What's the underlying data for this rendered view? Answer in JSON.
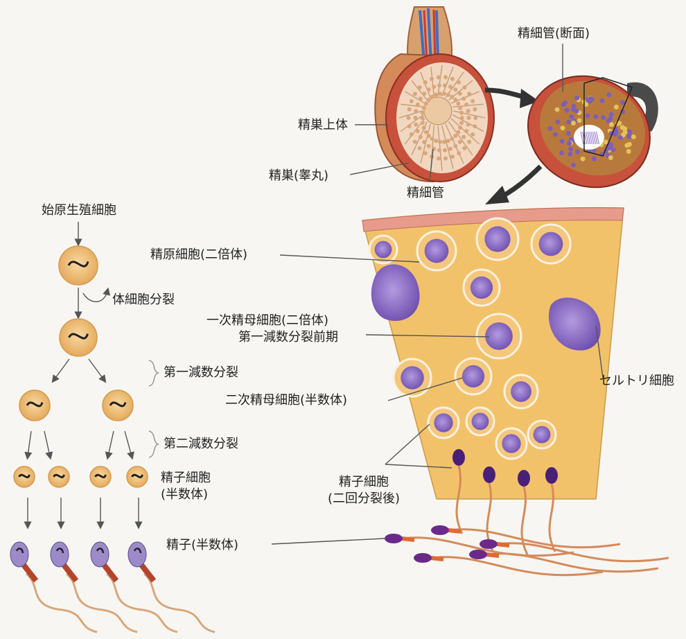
{
  "labels": {
    "seminiferous_tubule_section": "精細管(断面)",
    "epididymis": "精巣上体",
    "testis": "精巣(睾丸)",
    "seminiferous_tubule": "精細管",
    "primordial_germ_cell": "始原生殖細胞",
    "spermatogonium": "精原細胞(二倍体)",
    "somatic_division": "体細胞分裂",
    "primary_spermatocyte": "一次精母細胞(二倍体)",
    "meiosis1_prophase": "第一減数分裂前期",
    "meiosis1": "第一減数分裂",
    "secondary_spermatocyte": "二次精母細胞(半数体)",
    "sertoli_cell": "セルトリ細胞",
    "meiosis2": "第二減数分裂",
    "spermatid_line1": "精子細胞",
    "spermatid_line2": "(半数体)",
    "spermatid_after_line1": "精子細胞",
    "spermatid_after_line2": "(二回分裂後)",
    "sperm": "精子(半数体)"
  },
  "colors": {
    "background": "#f7f6f2",
    "tissue": "#f2c26a",
    "cell_ring": "#eab878",
    "nucleus": "#8a6dc2",
    "testis_red": "#c7513b",
    "sperm_head": "#6b2a8a",
    "sperm_tail": "#d58a5a",
    "arrow": "#3d3d3d"
  }
}
